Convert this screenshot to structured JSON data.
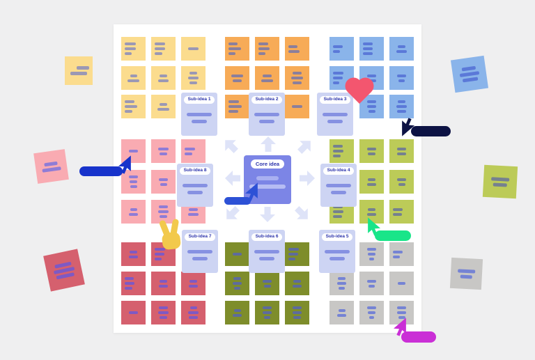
{
  "app": {
    "name": "collaborative-whiteboard-mind-map"
  },
  "canvas": {
    "background": "#efeff0",
    "board_color": "#ffffff"
  },
  "core_idea": {
    "label": "Core idea",
    "card_color": "#7c85e6",
    "label_text_color": "#2b33ab",
    "line_colors": [
      "#a9b0f1",
      "#b6bcf3"
    ],
    "arrow_color": "#dee3f8"
  },
  "sub_idea_style": {
    "card_color": "#cdd4f3",
    "line_color": "#8691e2",
    "label_bg": "#ffffff",
    "label_text_color": "#2b33ab"
  },
  "sub_ideas": [
    {
      "label": "Sub-idea 1"
    },
    {
      "label": "Sub-idea 2"
    },
    {
      "label": "Sub-idea 3"
    },
    {
      "label": "Sub-idea 4"
    },
    {
      "label": "Sub-idea 5"
    },
    {
      "label": "Sub-idea 6"
    },
    {
      "label": "Sub-idea 7"
    },
    {
      "label": "Sub-idea 8"
    }
  ],
  "quadrants": [
    {
      "name": "top-left-yellow",
      "note_color": "#fbdc8e",
      "line_color": "#9b98b4",
      "notes": [
        [
          [
            65,
            "l"
          ],
          [
            65,
            "l"
          ],
          [
            40,
            "l"
          ]
        ],
        [
          [
            60,
            "l"
          ],
          [
            60,
            "l"
          ],
          [
            45,
            "l"
          ]
        ],
        [
          [
            60,
            "c"
          ]
        ],
        [
          [
            40,
            "c"
          ],
          [
            65,
            "c"
          ]
        ],
        [
          [
            45,
            "c"
          ],
          [
            60,
            "c"
          ]
        ],
        [
          [
            45,
            "c"
          ],
          [
            60,
            "c"
          ],
          [
            45,
            "c"
          ]
        ],
        [
          [
            55,
            "l"
          ],
          [
            70,
            "l"
          ],
          [
            45,
            "l"
          ]
        ],
        [
          [
            45,
            "c"
          ],
          [
            65,
            "c"
          ]
        ],
        null
      ]
    },
    {
      "name": "top-center-orange",
      "note_color": "#f7ab57",
      "line_color": "#8b7f9c",
      "notes": [
        [
          [
            50,
            "l"
          ],
          [
            70,
            "l"
          ],
          [
            40,
            "l"
          ]
        ],
        [
          [
            55,
            "l"
          ],
          [
            65,
            "l"
          ],
          [
            40,
            "l"
          ]
        ],
        [
          [
            50,
            "l"
          ],
          [
            65,
            "l"
          ]
        ],
        [
          [
            65,
            "c"
          ],
          [
            50,
            "c"
          ]
        ],
        [
          [
            50,
            "c"
          ],
          [
            65,
            "c"
          ]
        ],
        [
          [
            55,
            "c"
          ],
          [
            70,
            "c"
          ],
          [
            50,
            "c"
          ]
        ],
        [
          [
            60,
            "l"
          ],
          [
            75,
            "l"
          ],
          [
            55,
            "l"
          ]
        ],
        null,
        [
          [
            60,
            "c"
          ]
        ]
      ]
    },
    {
      "name": "top-right-blue",
      "note_color": "#8ab4ea",
      "line_color": "#5b79d8",
      "notes": [
        [
          [
            55,
            "l"
          ],
          [
            40,
            "l"
          ]
        ],
        [
          [
            55,
            "l"
          ],
          [
            55,
            "l"
          ],
          [
            55,
            "l"
          ]
        ],
        [
          [
            45,
            "c"
          ],
          [
            60,
            "c"
          ]
        ],
        [
          [
            60,
            "l"
          ],
          [
            55,
            "l"
          ],
          [
            35,
            "l"
          ]
        ],
        [
          [
            50,
            "c"
          ],
          [
            55,
            "c"
          ]
        ],
        [
          [
            50,
            "c"
          ],
          [
            35,
            "c"
          ]
        ],
        null,
        [
          [
            50,
            "c"
          ],
          [
            55,
            "c"
          ],
          [
            40,
            "c"
          ]
        ],
        [
          [
            45,
            "c"
          ],
          [
            60,
            "c"
          ],
          [
            55,
            "c"
          ]
        ]
      ]
    },
    {
      "name": "mid-left-pink",
      "note_color": "#f9abb2",
      "line_color": "#8f7cd6",
      "notes": [
        [
          [
            55,
            "c"
          ]
        ],
        [
          [
            60,
            "c"
          ],
          [
            45,
            "c"
          ]
        ],
        [
          [
            60,
            "l"
          ],
          [
            45,
            "l"
          ]
        ],
        [
          [
            55,
            "c"
          ],
          [
            45,
            "c"
          ],
          [
            40,
            "c"
          ]
        ],
        [
          [
            55,
            "c"
          ],
          [
            40,
            "c"
          ]
        ],
        null,
        [
          [
            40,
            "c"
          ],
          [
            55,
            "c"
          ]
        ],
        [
          [
            55,
            "c"
          ],
          [
            60,
            "c"
          ],
          [
            45,
            "c"
          ]
        ],
        [
          [
            50,
            "c"
          ],
          [
            60,
            "c"
          ]
        ]
      ]
    },
    {
      "name": "mid-right-olive",
      "note_color": "#bccb58",
      "line_color": "#75818f",
      "notes": [
        [
          [
            55,
            "l"
          ],
          [
            60,
            "l"
          ],
          [
            45,
            "l"
          ]
        ],
        [
          [
            55,
            "c"
          ],
          [
            45,
            "c"
          ]
        ],
        [
          [
            50,
            "c"
          ],
          [
            55,
            "c"
          ]
        ],
        null,
        [
          [
            45,
            "c"
          ],
          [
            55,
            "c"
          ]
        ],
        [
          [
            55,
            "c"
          ],
          [
            40,
            "c"
          ]
        ],
        [
          [
            55,
            "l"
          ],
          [
            60,
            "l"
          ],
          [
            50,
            "l"
          ]
        ],
        [
          [
            45,
            "c"
          ],
          [
            55,
            "c"
          ]
        ],
        [
          [
            55,
            "l"
          ],
          [
            50,
            "l"
          ]
        ]
      ]
    },
    {
      "name": "bottom-left-red",
      "note_color": "#d5606e",
      "line_color": "#7e59c4",
      "notes": [
        [
          [
            45,
            "c"
          ],
          [
            50,
            "c"
          ]
        ],
        [
          [
            60,
            "l"
          ],
          [
            55,
            "l"
          ],
          [
            40,
            "l"
          ]
        ],
        null,
        [
          [
            50,
            "l"
          ],
          [
            55,
            "l"
          ],
          [
            45,
            "l"
          ]
        ],
        [
          [
            45,
            "c"
          ],
          [
            55,
            "c"
          ]
        ],
        [
          [
            45,
            "c"
          ],
          [
            55,
            "c"
          ]
        ],
        [
          [
            55,
            "c"
          ]
        ],
        [
          [
            50,
            "c"
          ],
          [
            60,
            "c"
          ],
          [
            45,
            "c"
          ]
        ],
        [
          [
            40,
            "c"
          ],
          [
            60,
            "c"
          ],
          [
            55,
            "c"
          ]
        ]
      ]
    },
    {
      "name": "bottom-center-darkolive",
      "note_color": "#7e8d2b",
      "line_color": "#5d6b9d",
      "notes": [
        [
          [
            55,
            "c"
          ]
        ],
        null,
        [
          [
            60,
            "l"
          ],
          [
            55,
            "l"
          ],
          [
            40,
            "l"
          ]
        ],
        [
          [
            45,
            "c"
          ],
          [
            55,
            "c"
          ],
          [
            35,
            "c"
          ]
        ],
        [
          [
            55,
            "c"
          ],
          [
            40,
            "c"
          ]
        ],
        [
          [
            45,
            "c"
          ],
          [
            50,
            "c"
          ]
        ],
        [
          [
            40,
            "c"
          ],
          [
            55,
            "c"
          ]
        ],
        [
          [
            55,
            "c"
          ],
          [
            50,
            "c"
          ],
          [
            35,
            "c"
          ]
        ],
        [
          [
            50,
            "c"
          ],
          [
            55,
            "c"
          ],
          [
            45,
            "c"
          ]
        ]
      ]
    },
    {
      "name": "bottom-right-gray",
      "note_color": "#c8c7c5",
      "line_color": "#7583d4",
      "notes": [
        null,
        [
          [
            50,
            "c"
          ],
          [
            45,
            "c"
          ],
          [
            30,
            "c"
          ]
        ],
        [
          [
            55,
            "l"
          ],
          [
            40,
            "l"
          ]
        ],
        [
          [
            45,
            "c"
          ],
          [
            55,
            "c"
          ],
          [
            35,
            "c"
          ]
        ],
        [
          [
            50,
            "c"
          ],
          [
            35,
            "c"
          ]
        ],
        [
          [
            45,
            "c"
          ]
        ],
        [
          [
            40,
            "c"
          ],
          [
            55,
            "c"
          ]
        ],
        [
          [
            50,
            "c"
          ],
          [
            45,
            "c"
          ],
          [
            30,
            "c"
          ]
        ],
        [
          [
            55,
            "c"
          ],
          [
            50,
            "c"
          ],
          [
            40,
            "c"
          ]
        ]
      ]
    }
  ],
  "cursors": [
    {
      "name": "collaborator-cursor-blue",
      "color": "#1733cb"
    },
    {
      "name": "collaborator-cursor-indigo",
      "color": "#2d51d6"
    },
    {
      "name": "collaborator-cursor-navy",
      "color": "#0d1344"
    },
    {
      "name": "collaborator-cursor-green",
      "color": "#19e589"
    },
    {
      "name": "collaborator-cursor-magenta",
      "color": "#ca2fd6"
    }
  ],
  "reactions": [
    {
      "name": "heart-reaction",
      "color": "#f3566f"
    },
    {
      "name": "victory-hand-reaction",
      "color": "#f2c94c"
    }
  ],
  "scattered_notes": [
    {
      "name": "loose-sticky-yellow",
      "color": "#fbdc8e",
      "line_color": "#9b98b4",
      "lines": [
        [
          60,
          "r"
        ],
        [
          82,
          "c"
        ]
      ]
    },
    {
      "name": "loose-sticky-pink",
      "color": "#f9abb2",
      "line_color": "#8f7cd6",
      "lines": [
        [
          55,
          "c"
        ],
        [
          75,
          "c"
        ]
      ]
    },
    {
      "name": "loose-sticky-red",
      "color": "#d5606e",
      "line_color": "#7e59c4",
      "lines": [
        [
          60,
          "c"
        ],
        [
          75,
          "c"
        ],
        [
          65,
          "c"
        ]
      ]
    },
    {
      "name": "loose-sticky-blue",
      "color": "#8ab4ea",
      "line_color": "#5b79d8",
      "lines": [
        [
          55,
          "c"
        ],
        [
          75,
          "c"
        ],
        [
          60,
          "c"
        ]
      ]
    },
    {
      "name": "loose-sticky-olive",
      "color": "#bccb58",
      "line_color": "#75818f",
      "lines": [
        [
          70,
          "c"
        ],
        [
          55,
          "c"
        ]
      ]
    },
    {
      "name": "loose-sticky-gray",
      "color": "#c8c7c5",
      "line_color": "#7583d4",
      "lines": [
        [
          70,
          "c"
        ],
        [
          50,
          "c"
        ]
      ]
    }
  ]
}
